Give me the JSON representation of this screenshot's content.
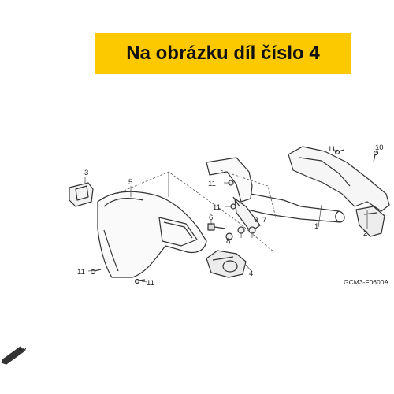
{
  "banner": {
    "text": "Na obrázku díl číslo 4",
    "color": "#fcc800"
  },
  "diagram": {
    "code": "GCM3-F0600A",
    "direction_label": "FR.",
    "callouts": [
      "1",
      "2",
      "3",
      "4",
      "5",
      "6",
      "7",
      "8",
      "9",
      "10",
      "11",
      "11",
      "11",
      "11"
    ]
  }
}
